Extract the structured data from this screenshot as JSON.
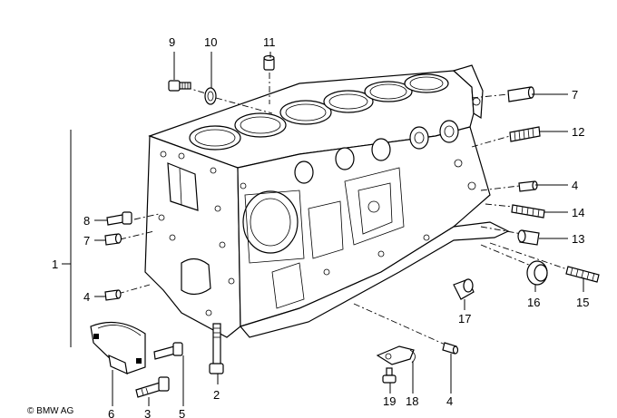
{
  "copyright": "© BMW AG",
  "callouts": {
    "c1": "1",
    "c2": "2",
    "c3": "3",
    "c4a": "4",
    "c4b": "4",
    "c4c": "4",
    "c5": "5",
    "c6": "6",
    "c7a": "7",
    "c7b": "7",
    "c8": "8",
    "c9": "9",
    "c10": "10",
    "c11": "11",
    "c12": "12",
    "c13": "13",
    "c14": "14",
    "c15": "15",
    "c16": "16",
    "c17": "17",
    "c18": "18",
    "c19": "19"
  }
}
